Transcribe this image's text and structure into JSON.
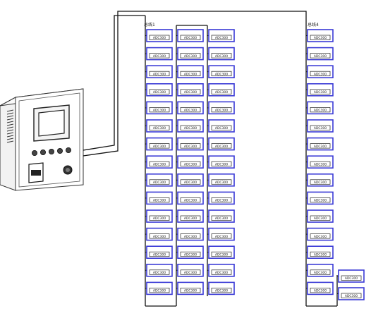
{
  "bus_labels": {
    "left": "总线1",
    "right": "总线4"
  },
  "meter_model": "ADC300",
  "meter_titles": {
    "col1": [
      "",
      "",
      "",
      "",
      "",
      "",
      "",
      "",
      "",
      "",
      "",
      "",
      "",
      "",
      ""
    ],
    "col2": [
      "",
      "",
      "",
      "",
      "",
      "",
      "",
      "",
      "",
      "",
      "",
      "",
      "",
      "",
      ""
    ],
    "col3": [
      "",
      "",
      "",
      "",
      "",
      "",
      "",
      "",
      "",
      "",
      "",
      "",
      "",
      "",
      ""
    ],
    "col4": [
      "",
      "",
      "",
      "",
      "",
      "",
      "",
      "",
      "",
      "",
      "",
      "",
      "",
      "",
      ""
    ],
    "col5": [
      "",
      ""
    ]
  },
  "colors": {
    "meter_border": "#3a3ad6",
    "line": "#111111",
    "cabinet": "#333333"
  }
}
